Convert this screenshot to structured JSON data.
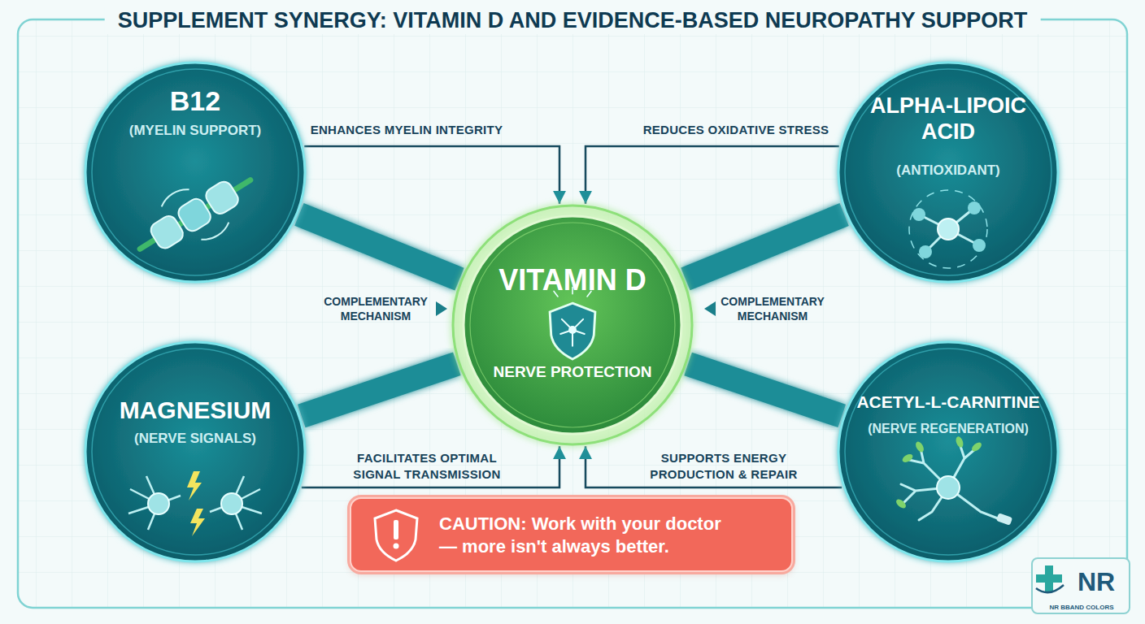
{
  "diagram": {
    "title": "SUPPLEMENT SYNERGY: VITAMIN D AND EVIDENCE-BASED NEUROPATHY SUPPORT",
    "nodes": [
      {
        "text": [
          "B12",
          "(MYELIN SUPPORT)"
        ]
      },
      {
        "text": [
          "ALPHA-LIPOIC ACID",
          "(ANTIOXIDANT)"
        ]
      },
      {
        "text": [
          "VITAMIN D",
          "NERVE PROTECTION"
        ]
      },
      {
        "text": [
          "MAGNESIUM",
          "(NERVE SIGNALS)"
        ]
      },
      {
        "text": [
          "ACETYL-L-CARNITINE",
          "(NERVE REGENERATION)"
        ]
      },
      {
        "text": [
          "CAUTION: Work with your doctor — more isn't always better."
        ]
      },
      {
        "text": [
          "NR",
          "NR BBAND COLORS"
        ]
      }
    ],
    "edges": [
      {
        "from": 0,
        "to": 2,
        "arrow": "none"
      },
      {
        "from": 1,
        "to": 2,
        "arrow": "none"
      },
      {
        "from": 3,
        "to": 2,
        "arrow": "none"
      },
      {
        "from": 4,
        "to": 2,
        "arrow": "none"
      },
      {
        "from": 0,
        "to": 2,
        "label": "ENHANCES MYELIN INTEGRITY",
        "arrow": "to"
      },
      {
        "from": 1,
        "to": 2,
        "label": "REDUCES OXIDATIVE STRESS",
        "arrow": "to"
      },
      {
        "from": 3,
        "to": 2,
        "label": "FACILITATES OPTIMAL SIGNAL TRANSMISSION",
        "arrow": "to"
      },
      {
        "from": 4,
        "to": 2,
        "label": "SUPPORTS ENERGY PRODUCTION & REPAIR",
        "arrow": "to"
      }
    ],
    "labels": [
      "COMPLEMENTARY MECHANISM",
      "COMPLEMENTARY MECHANISM"
    ]
  }
}
